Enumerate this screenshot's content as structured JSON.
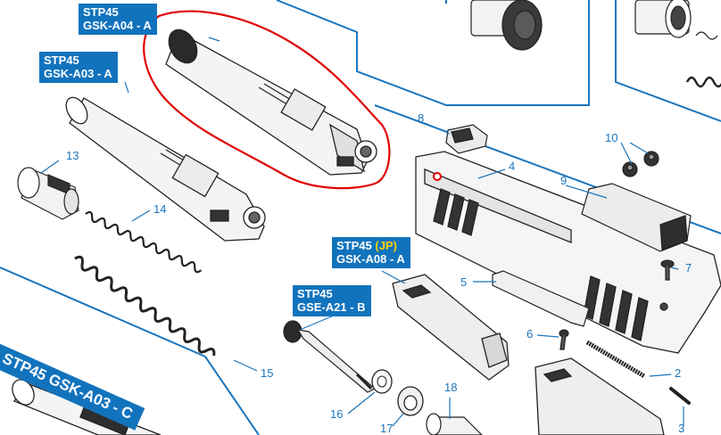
{
  "labels": {
    "a04": {
      "line1": "STP45",
      "line2": "GSK-A04 - A"
    },
    "a03a": {
      "line1": "STP45",
      "line2": "GSK-A03 - A"
    },
    "a08": {
      "line1_prefix": "STP45",
      "line1_highlight": "(JP)",
      "line2": "GSK-A08 - A"
    },
    "gse": {
      "line1": "STP45",
      "line2": "GSE-A21 - B"
    },
    "a03c": "STP45 GSK-A03 - C"
  },
  "part_numbers": [
    "2",
    "3",
    "4",
    "5",
    "6",
    "7",
    "8",
    "9",
    "10",
    "13",
    "14",
    "15",
    "16",
    "17",
    "18"
  ],
  "colors": {
    "panel_line": "#1b75bc",
    "label_bg": "#1273bd",
    "highlight": "#ffd400",
    "annotation": "#e00000"
  }
}
